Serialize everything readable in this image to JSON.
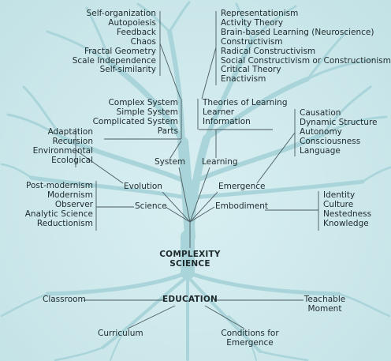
{
  "center_title": [
    "COMPLEXITY",
    "SCIENCE"
  ],
  "root_title": "EDUCATION",
  "branches": {
    "self_org_group": [
      "Self-organization",
      "Autopoiesis",
      "Feedback",
      "Chaos",
      "Fractal Geometry",
      "Scale Independence",
      "Self-similarity"
    ],
    "learning_theories_group": [
      "Representationism",
      "Activity Theory",
      "Brain-based Learning (Neuroscience)",
      "Constructivism",
      "Radical Constructivism",
      "Social Constructivism or Constructionism",
      "Critical Theory",
      "Enactivism"
    ],
    "system_types_group": [
      "Complex System",
      "Simple System",
      "Complicated System",
      "Parts"
    ],
    "learning_aspects_group": [
      "Theories of Learning",
      "Learner",
      "Information"
    ],
    "emergence_group": [
      "Causation",
      "Dynamic Structure",
      "Autonomy",
      "Consciousness",
      "Language"
    ],
    "evolution_group": [
      "Adaptation",
      "Recursion",
      "Environmental",
      "Ecological"
    ],
    "science_group": [
      "Post-modernism",
      "Modernism",
      "Observer",
      "Analytic Science",
      "Reductionism"
    ],
    "embodiment_group": [
      "Identity",
      "Culture",
      "Nestedness",
      "Knowledge"
    ]
  },
  "nodes": {
    "system": "System",
    "learning": "Learning",
    "evolution": "Evolution",
    "emergence": "Emergence",
    "science": "Science",
    "embodiment": "Embodiment"
  },
  "roots": {
    "classroom": "Classroom",
    "teachable_moment": [
      "Teachable",
      "Moment"
    ],
    "curriculum": "Curriculum",
    "conditions": [
      "Conditions for",
      "Emergence"
    ]
  },
  "colors": {
    "background": "#cfe9ec",
    "tree": "#a9d4da",
    "line": "#4a5a5e",
    "text": "#1f2a2c"
  }
}
